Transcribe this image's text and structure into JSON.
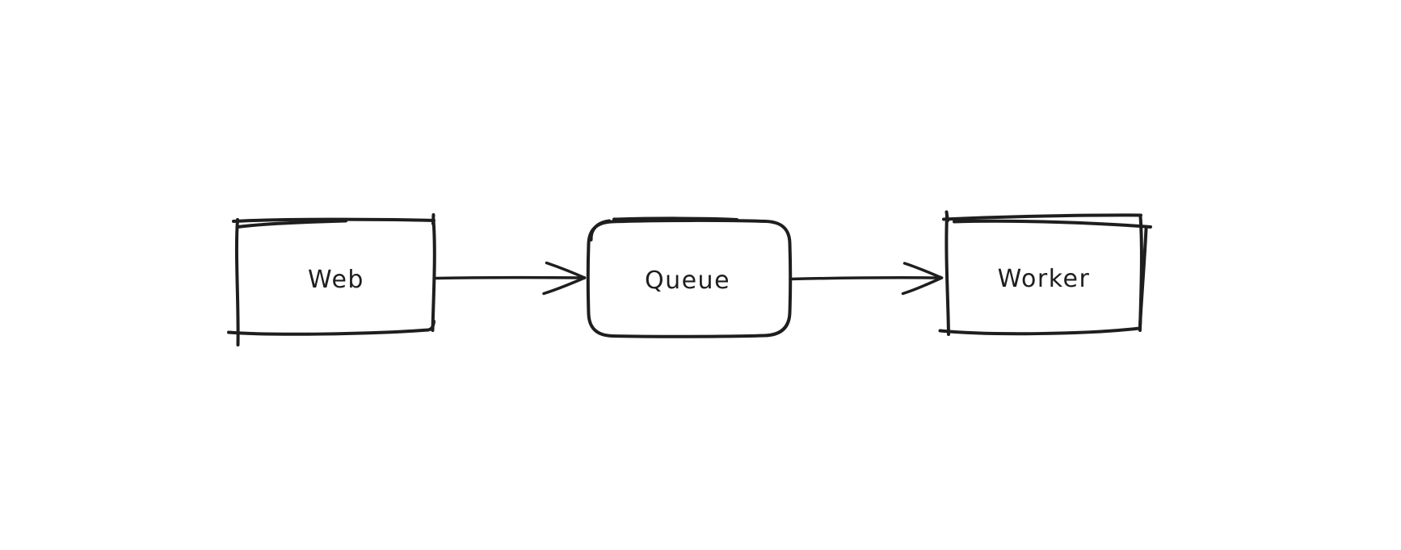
{
  "canvas": {
    "background": "#ffffff",
    "stroke_color": "#1e1e1e",
    "style": "hand-drawn-sketch"
  },
  "diagram": {
    "nodes": [
      {
        "id": "web",
        "label": "Web",
        "shape": "rectangle"
      },
      {
        "id": "queue",
        "label": "Queue",
        "shape": "rounded-rectangle"
      },
      {
        "id": "worker",
        "label": "Worker",
        "shape": "rectangle"
      }
    ],
    "edges": [
      {
        "from": "web",
        "to": "queue",
        "type": "arrow",
        "direction": "right"
      },
      {
        "from": "queue",
        "to": "worker",
        "type": "arrow",
        "direction": "right"
      }
    ]
  }
}
